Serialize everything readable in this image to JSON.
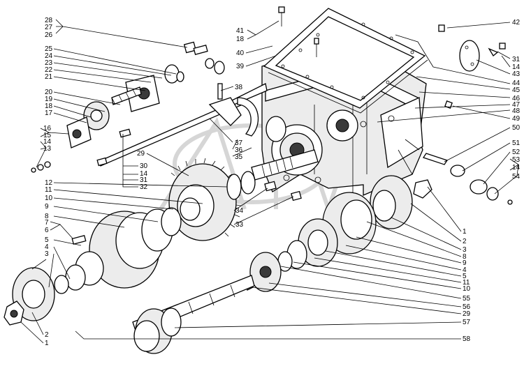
{
  "labels": {
    "l28": "28",
    "l27": "27",
    "l26": "26",
    "l41": "41",
    "l18a": "18",
    "l42": "42",
    "l40": "40",
    "l39": "39",
    "l31a": "31",
    "l14a": "14",
    "l43": "43",
    "l44": "44",
    "l25": "25",
    "l24": "24",
    "l23": "23",
    "l22": "22",
    "l21": "21",
    "l38": "38",
    "l20": "20",
    "l19": "19",
    "l18b": "18",
    "l17": "17",
    "l45": "45",
    "l46": "46",
    "l47": "47",
    "l48": "48",
    "l49": "49",
    "l50": "50",
    "l16": "16",
    "l15": "15",
    "l14b": "14",
    "l13": "13",
    "l37": "37",
    "l36": "36",
    "l35": "35",
    "l29a": "29",
    "l30": "30",
    "l14c": "14",
    "l31b": "31",
    "l32": "32",
    "l51": "51",
    "l52": "52",
    "l53": "53",
    "l14d": "14",
    "l54": "54",
    "l12": "12",
    "l11a": "11",
    "l10a": "10",
    "l9a": "9",
    "l34": "34",
    "l33": "33",
    "l8a": "8",
    "l7": "7",
    "l6": "6",
    "l5a": "5",
    "l4a": "4",
    "l3a": "3",
    "l1a": "1",
    "l2a": "2",
    "l3b": "3",
    "l8b": "8",
    "l9b": "9",
    "l4b": "4",
    "l5b": "5",
    "l11b": "11",
    "l10b": "10",
    "l55": "55",
    "l56": "56",
    "l29b": "29",
    "l57": "57",
    "l58": "58",
    "l2b": "2",
    "l1b": "1"
  }
}
